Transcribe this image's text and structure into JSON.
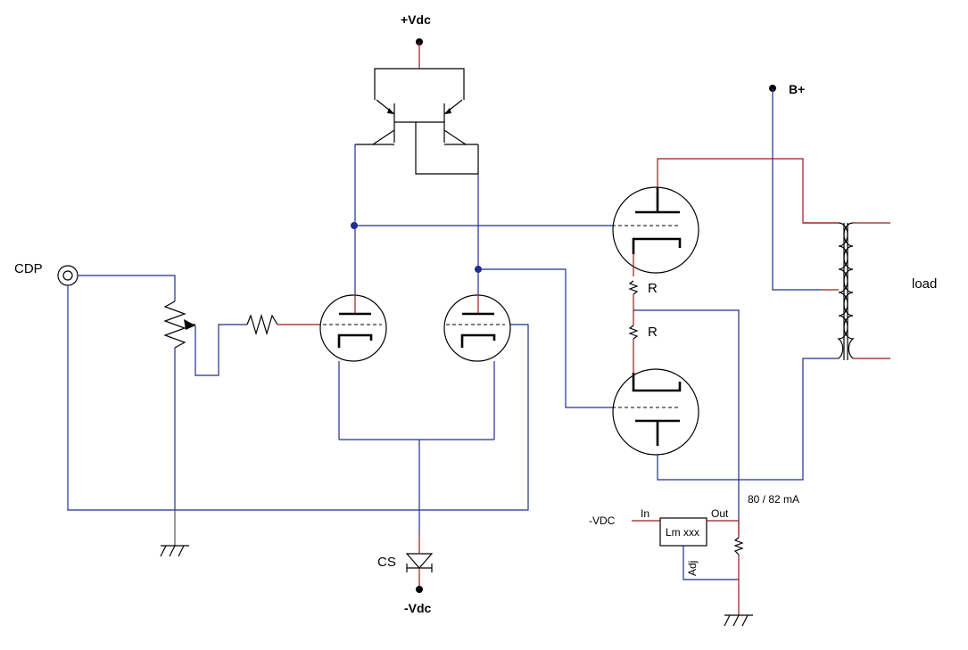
{
  "labels": {
    "vdc_plus": "+Vdc",
    "vdc_minus": "-Vdc",
    "b_plus": "B+",
    "cdp": "CDP",
    "load": "load",
    "cs": "CS",
    "r_upper": "R",
    "r_lower": "R",
    "current": "80 / 82 mA",
    "neg_vdc": "-VDC",
    "reg_in": "In",
    "reg_out": "Out",
    "reg_name": "Lm xxx",
    "reg_adj": "Adj"
  },
  "colors": {
    "wire_blue": "#1f2f8f",
    "wire_red": "#9a1a1a"
  }
}
